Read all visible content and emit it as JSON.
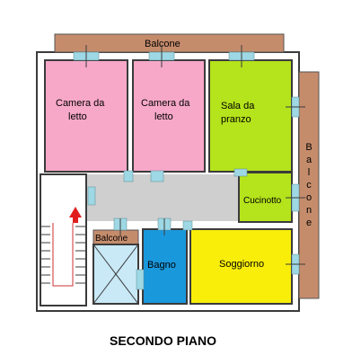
{
  "plan": {
    "title": "SECONDO PIANO",
    "rooms": {
      "camera1": {
        "line1": "Camera  da",
        "line2": "letto",
        "color": "#f7a8c8"
      },
      "camera2": {
        "line1": "Camera  da",
        "line2": "letto",
        "color": "#f7a8c8"
      },
      "sala": {
        "line1": "Sala da",
        "line2": "pranzo",
        "color": "#b5e31c"
      },
      "cucinotto": {
        "label": "Cucinotto",
        "color": "#b5e31c"
      },
      "balcone_top": {
        "label": "Balcone",
        "color": "#c58c6c"
      },
      "balcone_right": {
        "letters": [
          "B",
          "a",
          "l",
          "c",
          "o",
          "n",
          "e"
        ],
        "color": "#c58c6c"
      },
      "balcone_small": {
        "label": "Balcone",
        "color": "#c58c6c"
      },
      "bagno": {
        "label": "Bagno",
        "color": "#1a98dc"
      },
      "soggiorno": {
        "label": "Soggiorno",
        "color": "#f8ee0a"
      },
      "corridoio": {
        "color": "#cfcfcf"
      },
      "vano": {
        "color": "#c9e9f7"
      }
    },
    "colors": {
      "wall": "#3b3b3b",
      "window": "#9ed8e4",
      "arrow": "#e11e1e",
      "stairs": "#cc3333"
    }
  }
}
